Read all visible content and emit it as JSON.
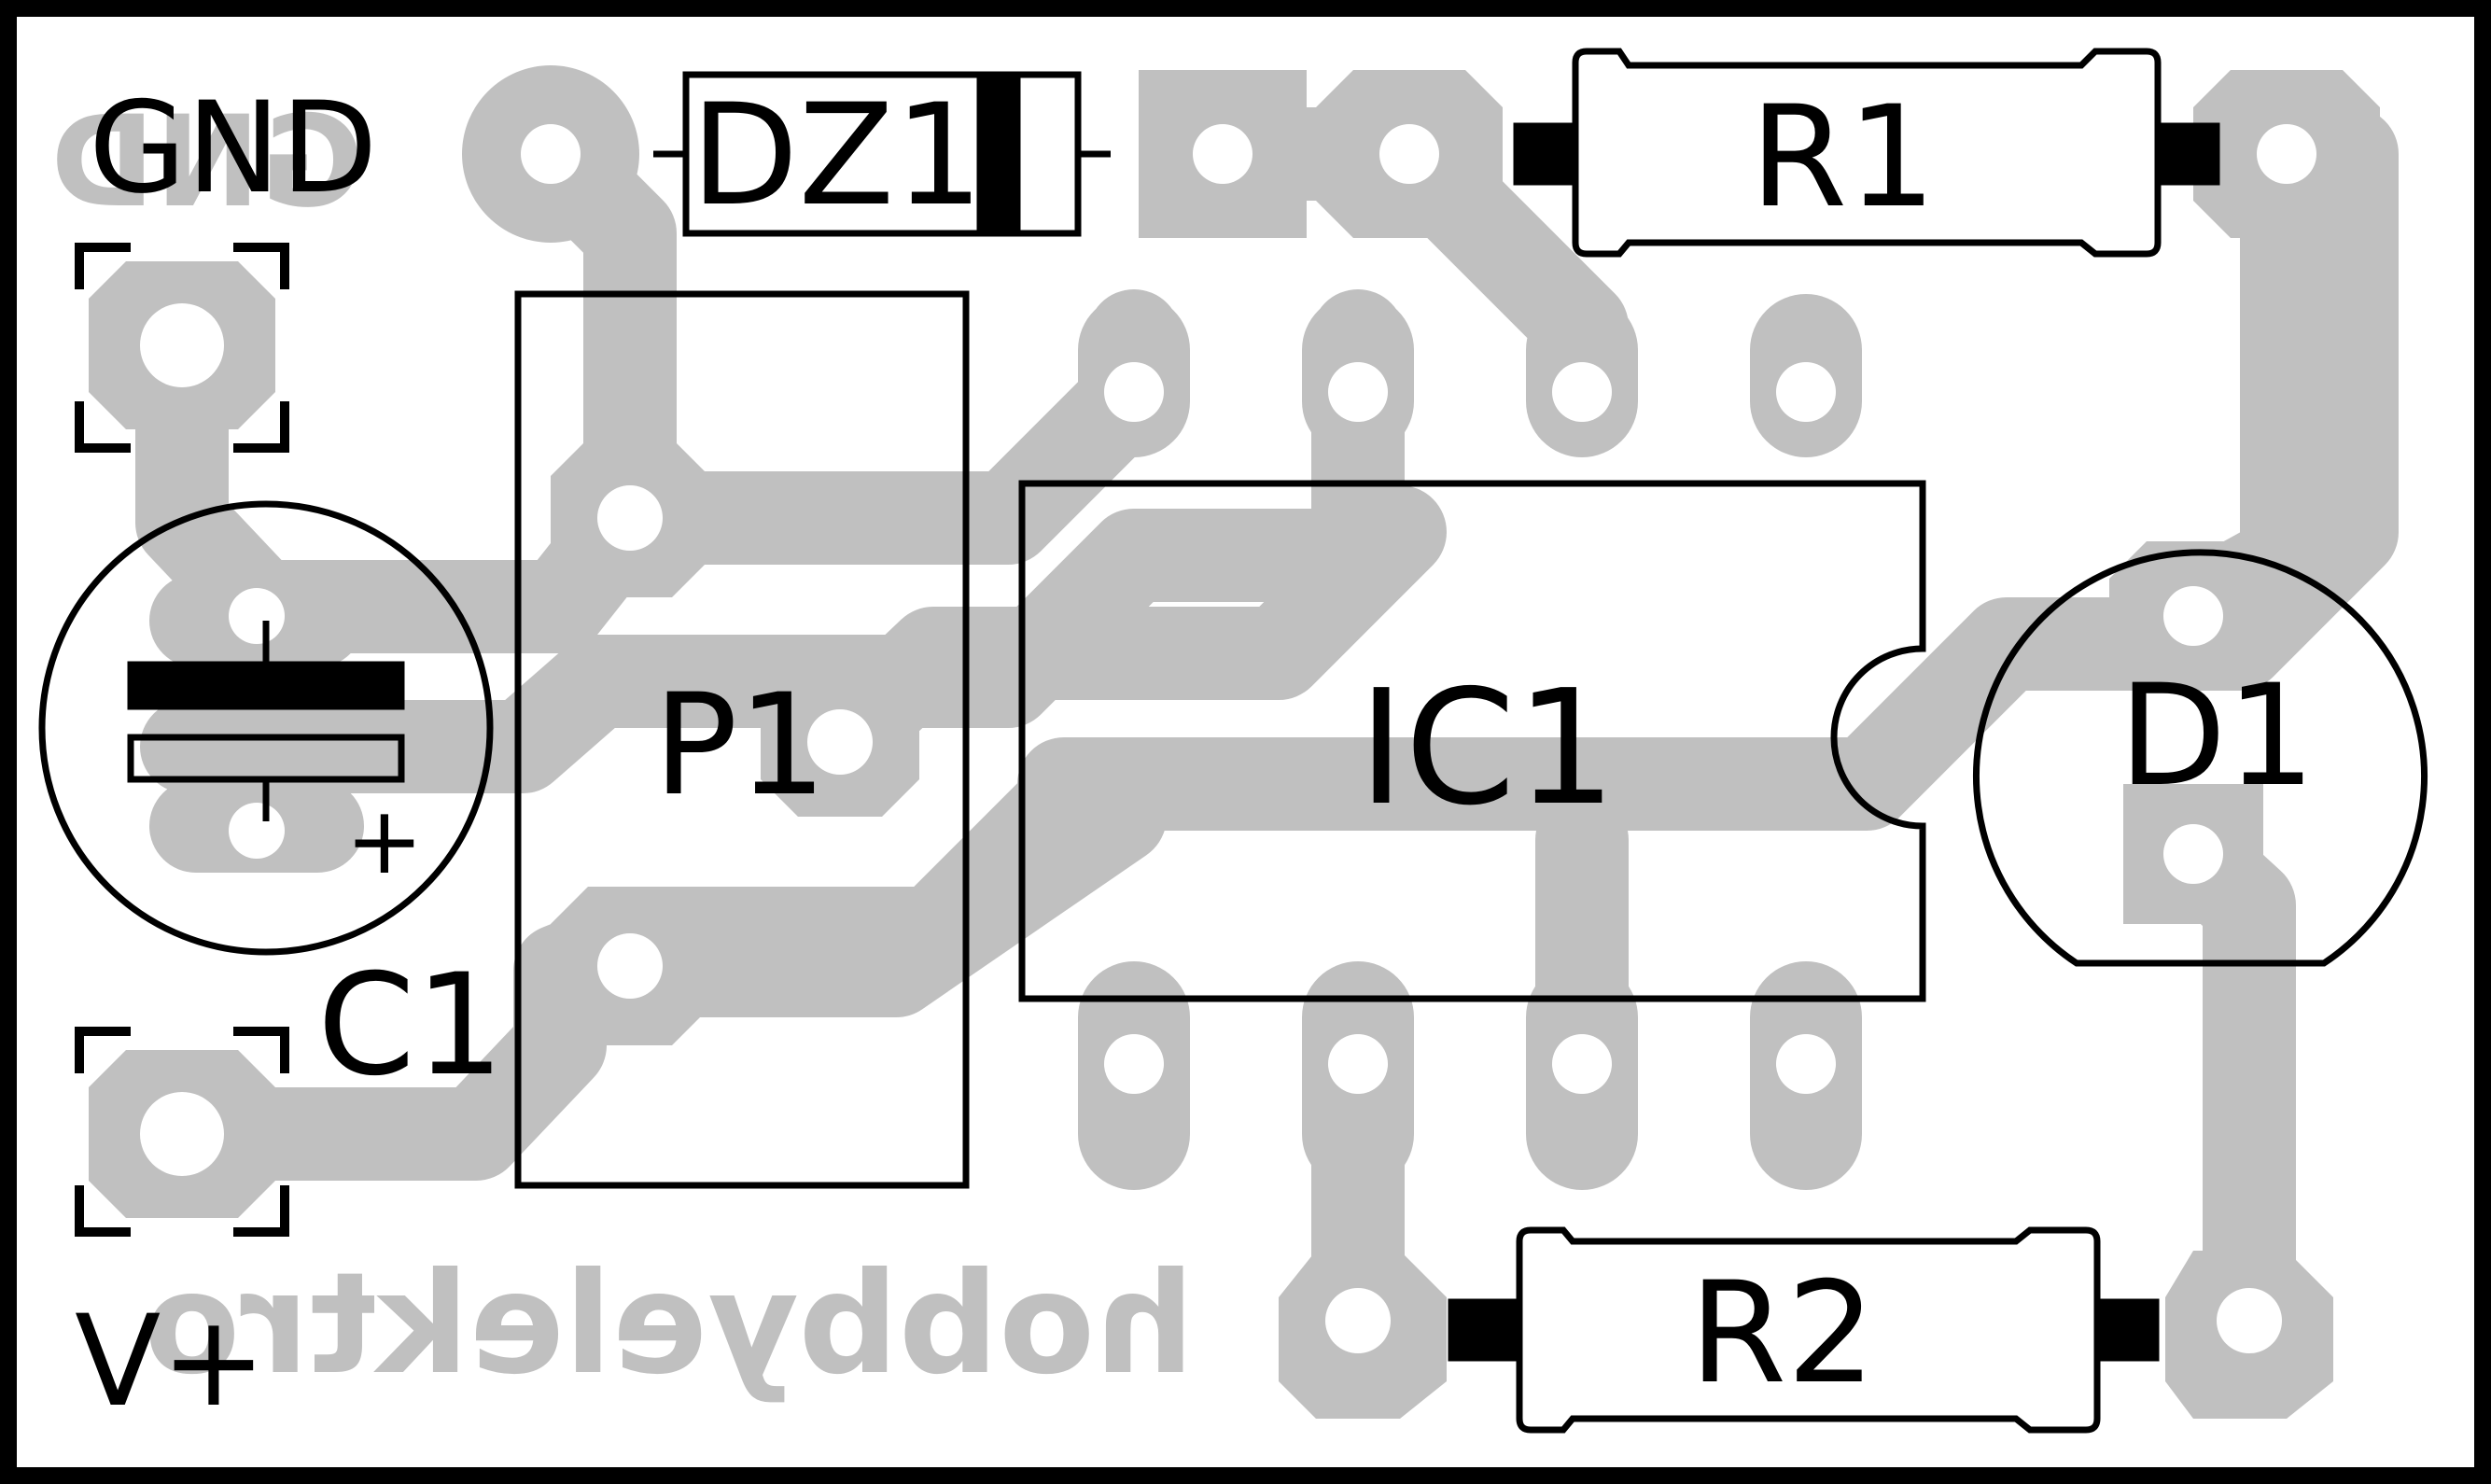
{
  "board": {
    "colors": {
      "copper": "#c0c0c0",
      "silkscreen": "#000000",
      "background": "#ffffff",
      "outline": "#000000"
    },
    "labels": {
      "gnd": "GND",
      "vplus": "V+",
      "dz1": "DZ1",
      "r1": "R1",
      "r2": "R2",
      "p1": "P1",
      "ic1": "IC1",
      "d1": "D1",
      "c1": "C1",
      "plus": "+"
    },
    "bottom_text": "hobbyelektro",
    "components": [
      {
        "ref": "DZ1",
        "type": "zener-diode"
      },
      {
        "ref": "R1",
        "type": "resistor"
      },
      {
        "ref": "R2",
        "type": "resistor"
      },
      {
        "ref": "P1",
        "type": "potentiometer"
      },
      {
        "ref": "IC1",
        "type": "dip-8-ic"
      },
      {
        "ref": "D1",
        "type": "led"
      },
      {
        "ref": "C1",
        "type": "electrolytic-capacitor"
      }
    ]
  }
}
